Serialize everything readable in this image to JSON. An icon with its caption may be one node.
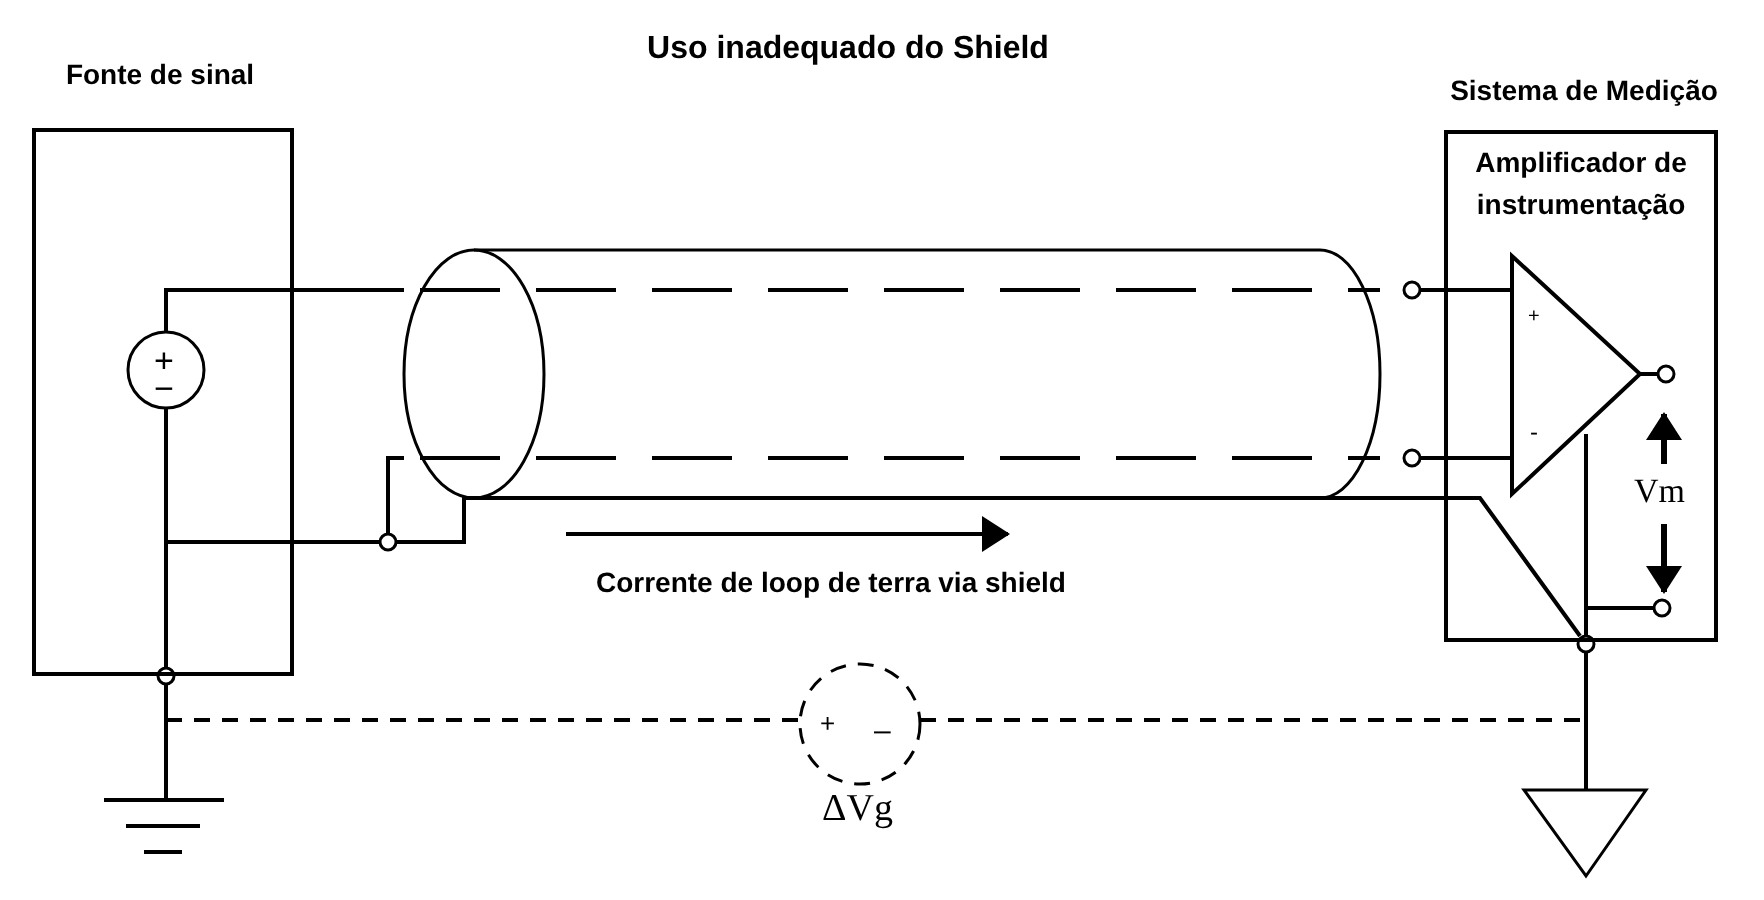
{
  "diagram": {
    "title": "Uso inadequado do Shield",
    "nodes": [
      {
        "text": [
          "Fonte de sinal"
        ]
      },
      {
        "text": [
          "Sistema de Medição",
          "Amplificador de instrumentação"
        ]
      }
    ],
    "labels": [
      "+",
      "+",
      "−",
      "-",
      "Vm",
      "Corrente de loop de terra via shield",
      "+",
      "–",
      "ΔVg"
    ]
  }
}
